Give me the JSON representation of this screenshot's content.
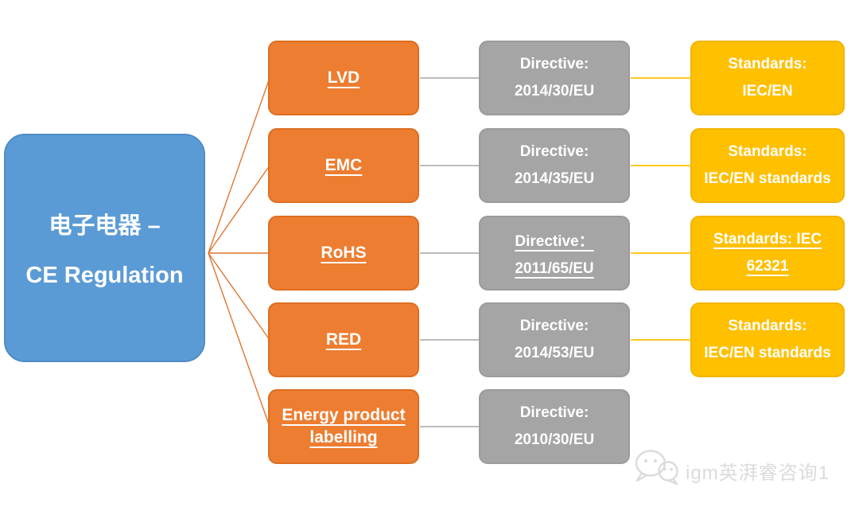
{
  "diagram": {
    "title_semantic": "electronics-ce-regulation-flow",
    "root": {
      "line1": "电子电器 –",
      "line2": "CE Regulation"
    },
    "rows": [
      {
        "category": "LVD",
        "directive": {
          "line1": "Directive:",
          "line2": "2014/30/EU"
        },
        "standard": {
          "line1": "Standards:",
          "line2": "IEC/EN"
        }
      },
      {
        "category": "EMC",
        "directive": {
          "line1": "Directive:",
          "line2": "2014/35/EU"
        },
        "standard": {
          "line1": "Standards:",
          "line2": "IEC/EN standards"
        }
      },
      {
        "category": "RoHS",
        "directive": {
          "line1": "Directive：",
          "line2": "2011/65/EU"
        },
        "standard": {
          "line1": "Standards: IEC",
          "line2": "62321"
        }
      },
      {
        "category": "RED",
        "directive": {
          "line1": "Directive:",
          "line2": "2014/53/EU"
        },
        "standard": {
          "line1": "Standards:",
          "line2": "IEC/EN standards"
        }
      },
      {
        "category": "Energy product labelling",
        "directive": {
          "line1": "Directive:",
          "line2": "2010/30/EU"
        },
        "standard": null
      }
    ]
  },
  "watermark": {
    "label": "igm英湃睿咨询1",
    "icon": "wechat-icon"
  },
  "colors": {
    "root_fill": "#5B9BD5",
    "category_fill": "#ED7D31",
    "directive_fill": "#A5A5A5",
    "standard_fill": "#FFC000",
    "text": "#FFFFFF",
    "branch_line": "#E0752E",
    "directive_connector": "#A6A6A6",
    "standard_connector": "#FFC000",
    "watermark_color": "#DBDBDB"
  }
}
